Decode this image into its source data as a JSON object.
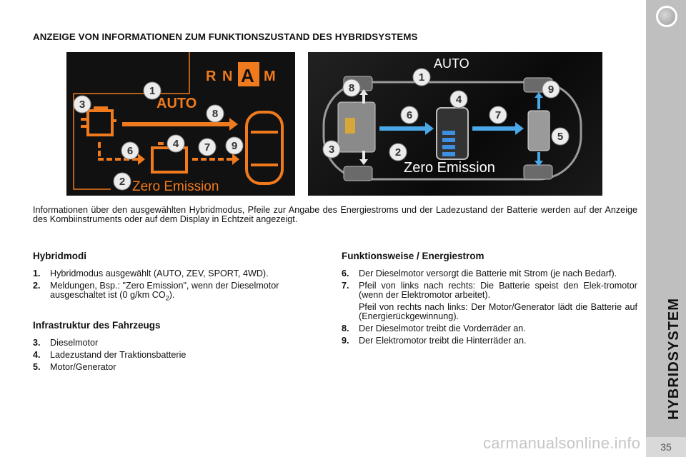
{
  "heading": "ANZEIGE VON INFORMATIONEN ZUM FUNKTIONSZUSTAND DES HYBRIDSYSTEMS",
  "sidebar": {
    "title": "HYBRIDSYSTEM",
    "page": "35"
  },
  "display_left": {
    "modes": [
      "R",
      "N",
      "A",
      "M"
    ],
    "mode_text": "AUTO",
    "message": "Zero Emission",
    "callouts": [
      "1",
      "2",
      "3",
      "4",
      "6",
      "7",
      "8",
      "9"
    ]
  },
  "display_right": {
    "mode_text": "AUTO",
    "message": "Zero Emission",
    "callouts": [
      "1",
      "2",
      "3",
      "4",
      "5",
      "6",
      "7",
      "8",
      "9"
    ]
  },
  "intro": "Informationen über den ausgewählten Hybridmodus, Pfeile zur Angabe des Energiestroms und der Ladezustand der Batterie werden auf der Anzeige des Kombiinstruments oder auf dem Display in Echtzeit angezeigt.",
  "hybridmodi": {
    "title": "Hybridmodi",
    "items": [
      {
        "num": "1.",
        "text": "Hybridmodus ausgewählt (AUTO, ZEV, SPORT, 4WD)."
      },
      {
        "num": "2.",
        "text_pre": "Meldungen, Bsp.: \"Zero Emission\", wenn der Dieselmotor ausgeschaltet ist (0 g/km CO",
        "sub": "2",
        "text_post": ")."
      }
    ]
  },
  "infrastruktur": {
    "title": "Infrastruktur des Fahrzeugs",
    "items": [
      {
        "num": "3.",
        "text": "Dieselmotor"
      },
      {
        "num": "4.",
        "text": "Ladezustand der Traktionsbatterie"
      },
      {
        "num": "5.",
        "text": "Motor/Generator"
      }
    ]
  },
  "funktion": {
    "title": "Funktionsweise / Energiestrom",
    "items": [
      {
        "num": "6.",
        "text": "Der Dieselmotor versorgt die Batterie mit Strom (je nach Bedarf)."
      },
      {
        "num": "7.",
        "text": "Pfeil von links nach rechts: Die Batterie speist den Elek-tromotor (wenn der Elektromotor arbeitet).",
        "extra": "Pfeil von rechts nach links: Der Motor/Generator lädt die Batterie auf (Energierückgewinnung)."
      },
      {
        "num": "8.",
        "text": "Der Dieselmotor treibt die Vorderräder an."
      },
      {
        "num": "9.",
        "text": "Der Elektromotor treibt die Hinterräder an."
      }
    ]
  },
  "watermark": "carmanualsonline.info",
  "colors": {
    "orange": "#f07a1e",
    "blue": "#4aa8e8",
    "sidebar": "#bfbfbf"
  }
}
